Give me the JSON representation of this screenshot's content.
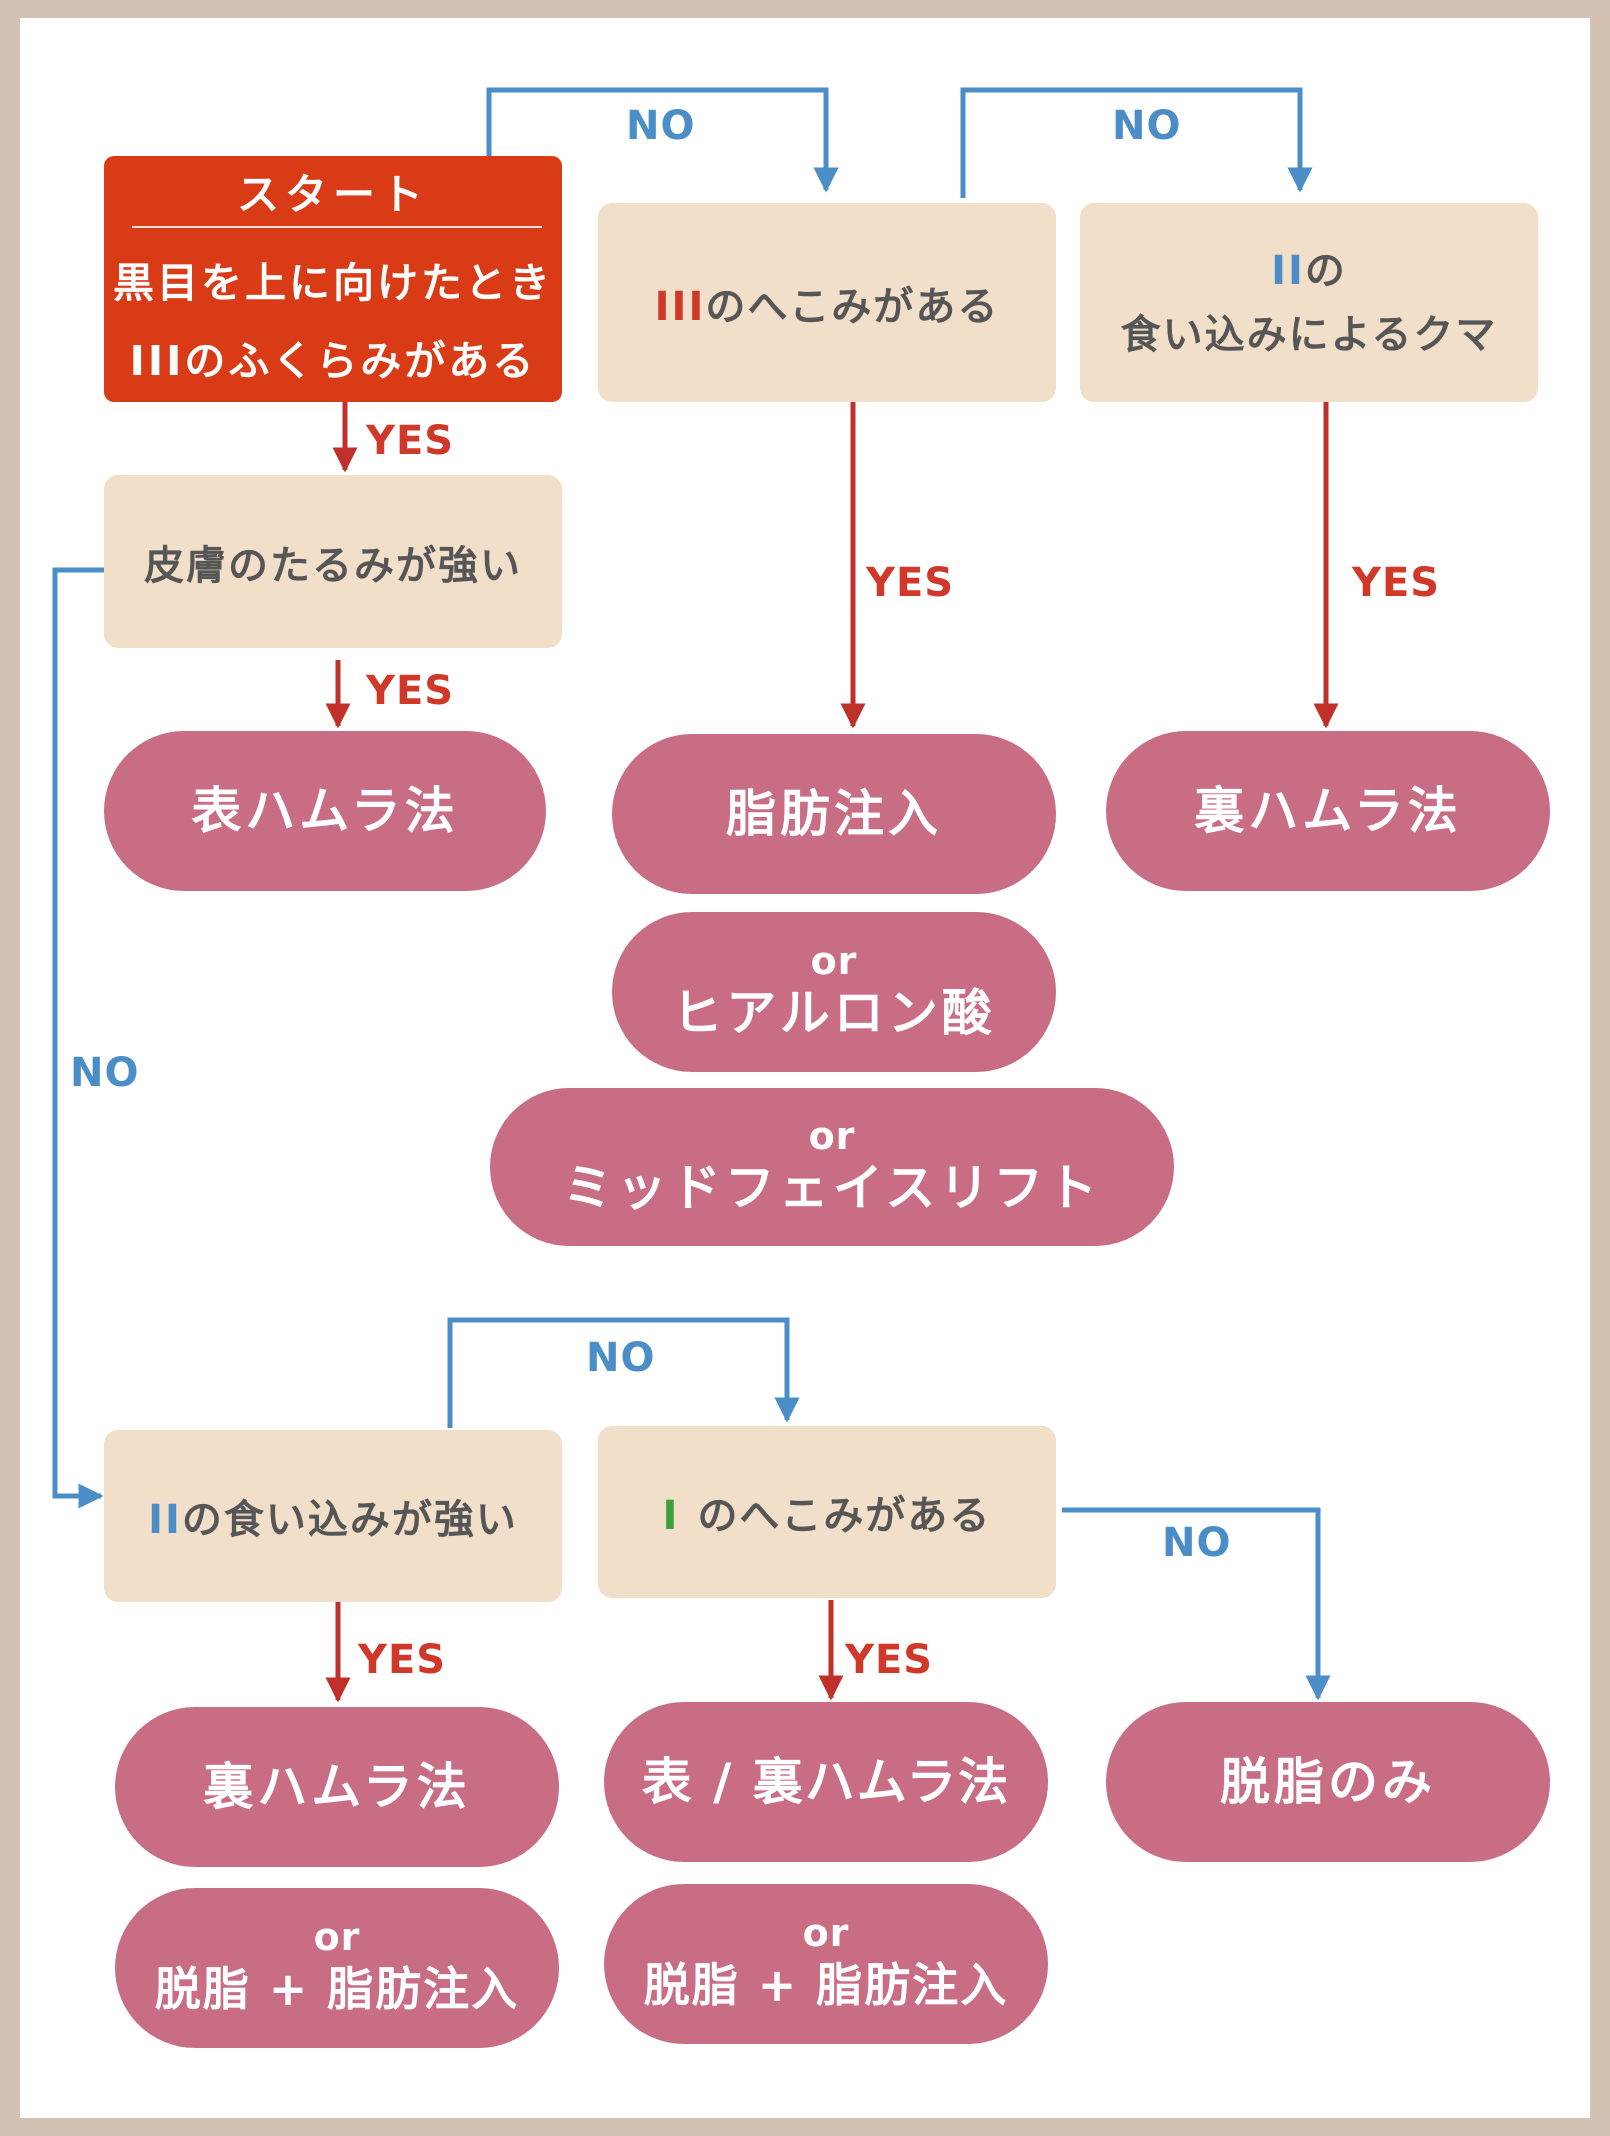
{
  "start": {
    "title": "スタート",
    "line1": "黒目を上に向けたとき",
    "line2_numeral": "III",
    "line2_text": "のふくらみがある"
  },
  "questions": {
    "skin_sagging": "皮膚のたるみが強い",
    "depression_3": {
      "numeral": "III",
      "text": "のへこみがある"
    },
    "bite_2_dark_circle": {
      "numeral": "II",
      "line1_text": "の",
      "line2": "食い込みによるクマ"
    },
    "bite_2_strong": {
      "numeral": "II",
      "text": "の食い込みが強い"
    },
    "depression_1": {
      "numeral": "I",
      "text": "のへこみがある"
    }
  },
  "results": {
    "front_hamra": "表ハムラ法",
    "fat_injection": "脂肪注入",
    "or": "or",
    "hyaluronic": "ヒアルロン酸",
    "midface_lift": "ミッドフェイスリフト",
    "back_hamra_top": "裏ハムラ法",
    "back_hamra_bottom": "裏ハムラ法",
    "front_back_hamra": "表 / 裏ハムラ法",
    "fat_removal_only": "脱脂のみ",
    "fat_removal_injection_1": "脱脂 + 脂肪注入",
    "fat_removal_injection_2": "脱脂 + 脂肪注入"
  },
  "labels": {
    "yes": "YES",
    "no": "NO"
  },
  "colors": {
    "start_box": "#d83b16",
    "question_box": "#f1dfca",
    "result_pill": "#c86d84",
    "yes_arrow": "#c0302b",
    "no_arrow": "#4b8ec7",
    "frame": "#d3c2b4",
    "numeral_green": "#3da13a"
  }
}
